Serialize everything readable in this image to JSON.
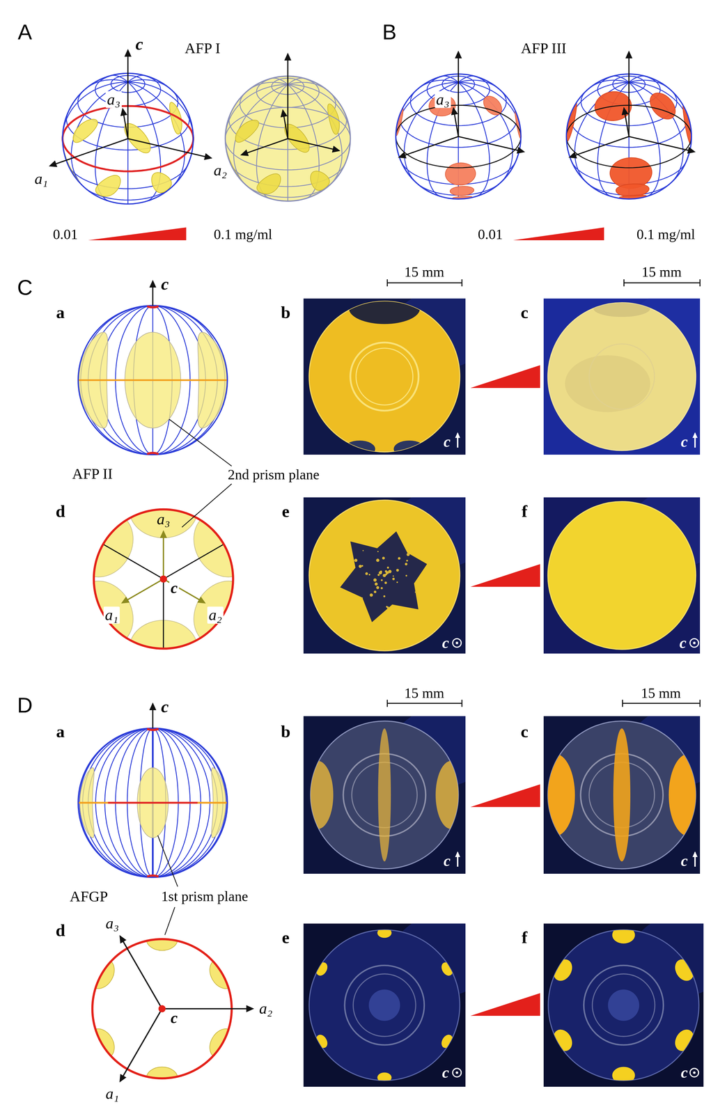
{
  "diagram": {
    "labels": [
      "A",
      "AFP I",
      "c",
      "a₃",
      "a₁",
      "a₂",
      "0.01",
      "0.1 mg/ml",
      "B",
      "AFP III",
      "a₃",
      "0.01",
      "0.1 mg/ml",
      "C",
      "a",
      "c",
      "15 mm",
      "15 mm",
      "b",
      "c",
      "c",
      "c",
      "2nd prism plane",
      "AFP II",
      "d",
      "a₃",
      "c",
      "a₁",
      "a₂",
      "e",
      "f",
      "c",
      "c",
      "D",
      "a",
      "c",
      "15 mm",
      "15 mm",
      "b",
      "c",
      "c",
      "c",
      "1st prism plane",
      "AFGP",
      "d",
      "a₃",
      "a₂",
      "c",
      "a₁",
      "e",
      "f",
      "c",
      "c"
    ]
  }
}
